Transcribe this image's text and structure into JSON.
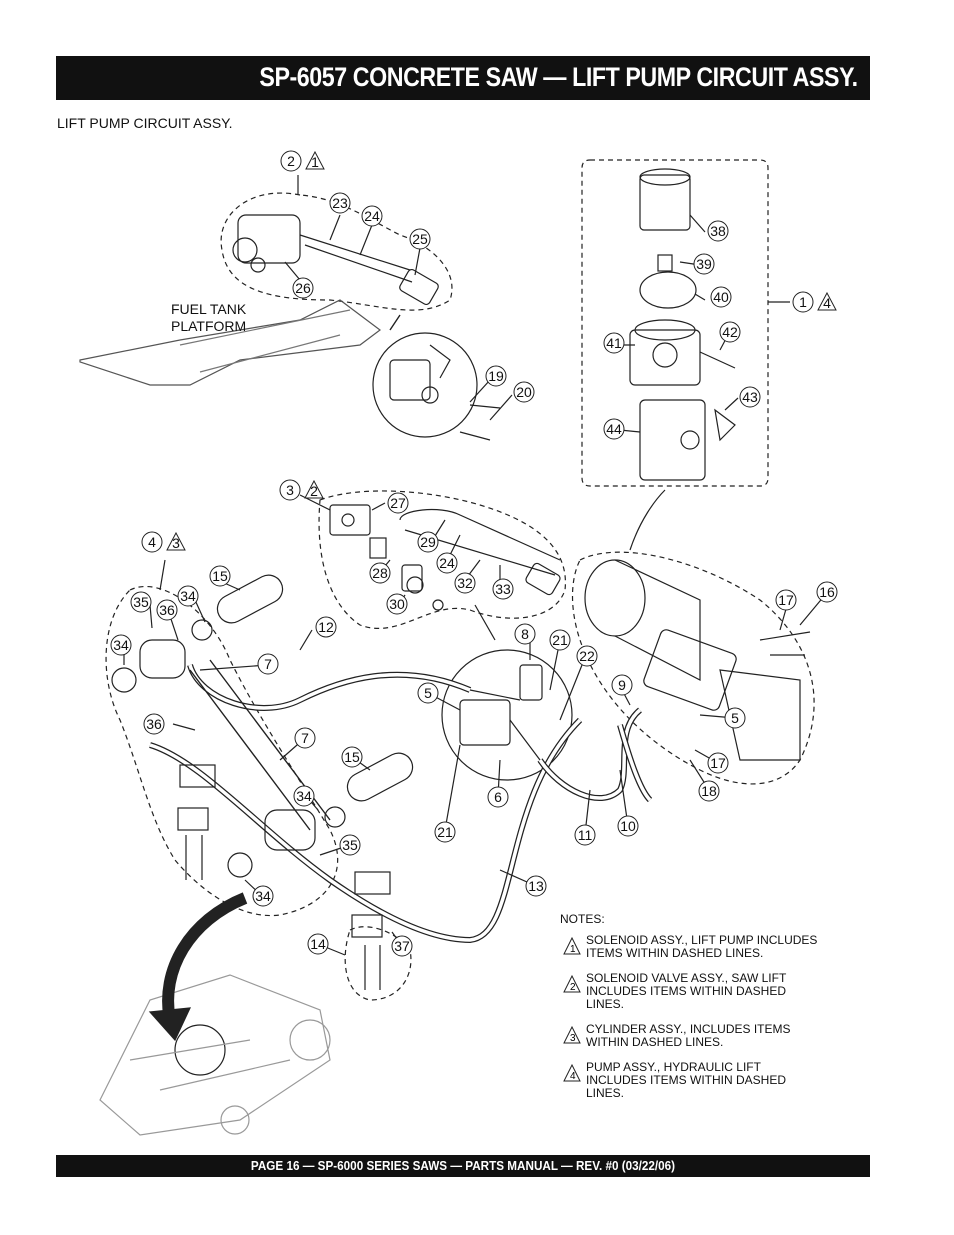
{
  "header": {
    "title": "SP-6057 CONCRETE SAW —  LIFT PUMP CIRCUIT ASSY."
  },
  "subtitle": "LIFT PUMP CIRCUIT ASSY.",
  "labels": {
    "fuel_tank_line1": "FUEL TANK",
    "fuel_tank_line2": "PLATFORM"
  },
  "callouts": [
    {
      "n": "2",
      "note": "1"
    },
    {
      "n": "23"
    },
    {
      "n": "24"
    },
    {
      "n": "25"
    },
    {
      "n": "26"
    },
    {
      "n": "19"
    },
    {
      "n": "20"
    },
    {
      "n": "38"
    },
    {
      "n": "39"
    },
    {
      "n": "40"
    },
    {
      "n": "1",
      "note": "4"
    },
    {
      "n": "41"
    },
    {
      "n": "42"
    },
    {
      "n": "43"
    },
    {
      "n": "44"
    },
    {
      "n": "3",
      "note": "2"
    },
    {
      "n": "27"
    },
    {
      "n": "29"
    },
    {
      "n": "24"
    },
    {
      "n": "28"
    },
    {
      "n": "32"
    },
    {
      "n": "33"
    },
    {
      "n": "30"
    },
    {
      "n": "4",
      "note": "3"
    },
    {
      "n": "15"
    },
    {
      "n": "35"
    },
    {
      "n": "36"
    },
    {
      "n": "34"
    },
    {
      "n": "34"
    },
    {
      "n": "7"
    },
    {
      "n": "12"
    },
    {
      "n": "8"
    },
    {
      "n": "21"
    },
    {
      "n": "22"
    },
    {
      "n": "9"
    },
    {
      "n": "17"
    },
    {
      "n": "16"
    },
    {
      "n": "5"
    },
    {
      "n": "5"
    },
    {
      "n": "36"
    },
    {
      "n": "7"
    },
    {
      "n": "15"
    },
    {
      "n": "34"
    },
    {
      "n": "6"
    },
    {
      "n": "17"
    },
    {
      "n": "18"
    },
    {
      "n": "35"
    },
    {
      "n": "21"
    },
    {
      "n": "11"
    },
    {
      "n": "10"
    },
    {
      "n": "13"
    },
    {
      "n": "34"
    },
    {
      "n": "14"
    },
    {
      "n": "37"
    }
  ],
  "notes": {
    "header": "NOTES:",
    "items": [
      {
        "num": "1",
        "text": "SOLENOID ASSY., LIFT PUMP INCLUDES ITEMS WITHIN DASHED LINES."
      },
      {
        "num": "2",
        "text": "SOLENOID VALVE ASSY., SAW LIFT INCLUDES ITEMS WITHIN DASHED LINES."
      },
      {
        "num": "3",
        "text": "CYLINDER ASSY., INCLUDES ITEMS WITHIN DASHED LINES."
      },
      {
        "num": "4",
        "text": "PUMP ASSY., HYDRAULIC LIFT INCLUDES ITEMS WITHIN DASHED LINES."
      }
    ]
  },
  "footer": {
    "text": "PAGE 16 — SP-6000 SERIES SAWS  — PARTS MANUAL — REV. #0 (03/22/06)"
  }
}
